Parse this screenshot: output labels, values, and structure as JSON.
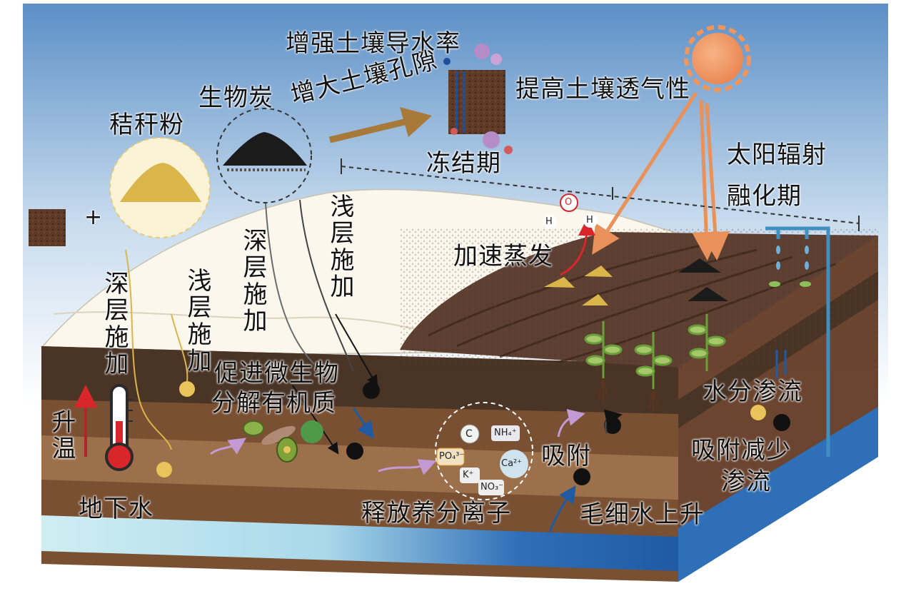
{
  "labels": {
    "increase_conductivity": "增强土壤导水率",
    "increase_porosity": "增大土壤孔隙",
    "improve_aeration": "提高土壤透气性",
    "biochar": "生物炭",
    "straw_powder": "秸秆粉",
    "freezing_period": "冻结期",
    "solar_radiation": "太阳辐射",
    "thawing_period": "融化期",
    "accelerate_evaporation": "加速蒸发",
    "shallow_apply_1": "浅层施加",
    "deep_apply_1": "深层施加",
    "shallow_apply_2": "浅层施加",
    "deep_apply_2": "深层施加",
    "warming": "升温",
    "microbe_line1": "促进微生物",
    "microbe_line2": "分解有机质",
    "groundwater": "地下水",
    "release_nutrients": "释放养分离子",
    "adsorption": "吸附",
    "capillary_rise": "毛细水上升",
    "water_seepage": "水分渗流",
    "reduce_seepage_line1": "吸附减少",
    "reduce_seepage_line2": "渗流",
    "plus": "+"
  },
  "molecule": {
    "o": "O",
    "h1": "H",
    "h2": "H"
  },
  "ions": {
    "c": "C",
    "nh4": "NH₄⁺",
    "po4": "PO₄³⁻",
    "ca": "Ca²⁺",
    "k": "K⁺",
    "no3": "NO₃⁻"
  },
  "colors": {
    "sky_top": "#5b8fc6",
    "snow": "#fbf7ec",
    "soil_dark": "#4a3426",
    "soil_mid": "#7a5033",
    "soil_light": "#a57850",
    "groundwater": "#2f6fb8",
    "straw": "#d9b54a",
    "biochar": "#1b1b1b",
    "arrow_orange": "#e8915a",
    "arrow_brown": "#a87a3a",
    "sun": "#f0955b"
  }
}
